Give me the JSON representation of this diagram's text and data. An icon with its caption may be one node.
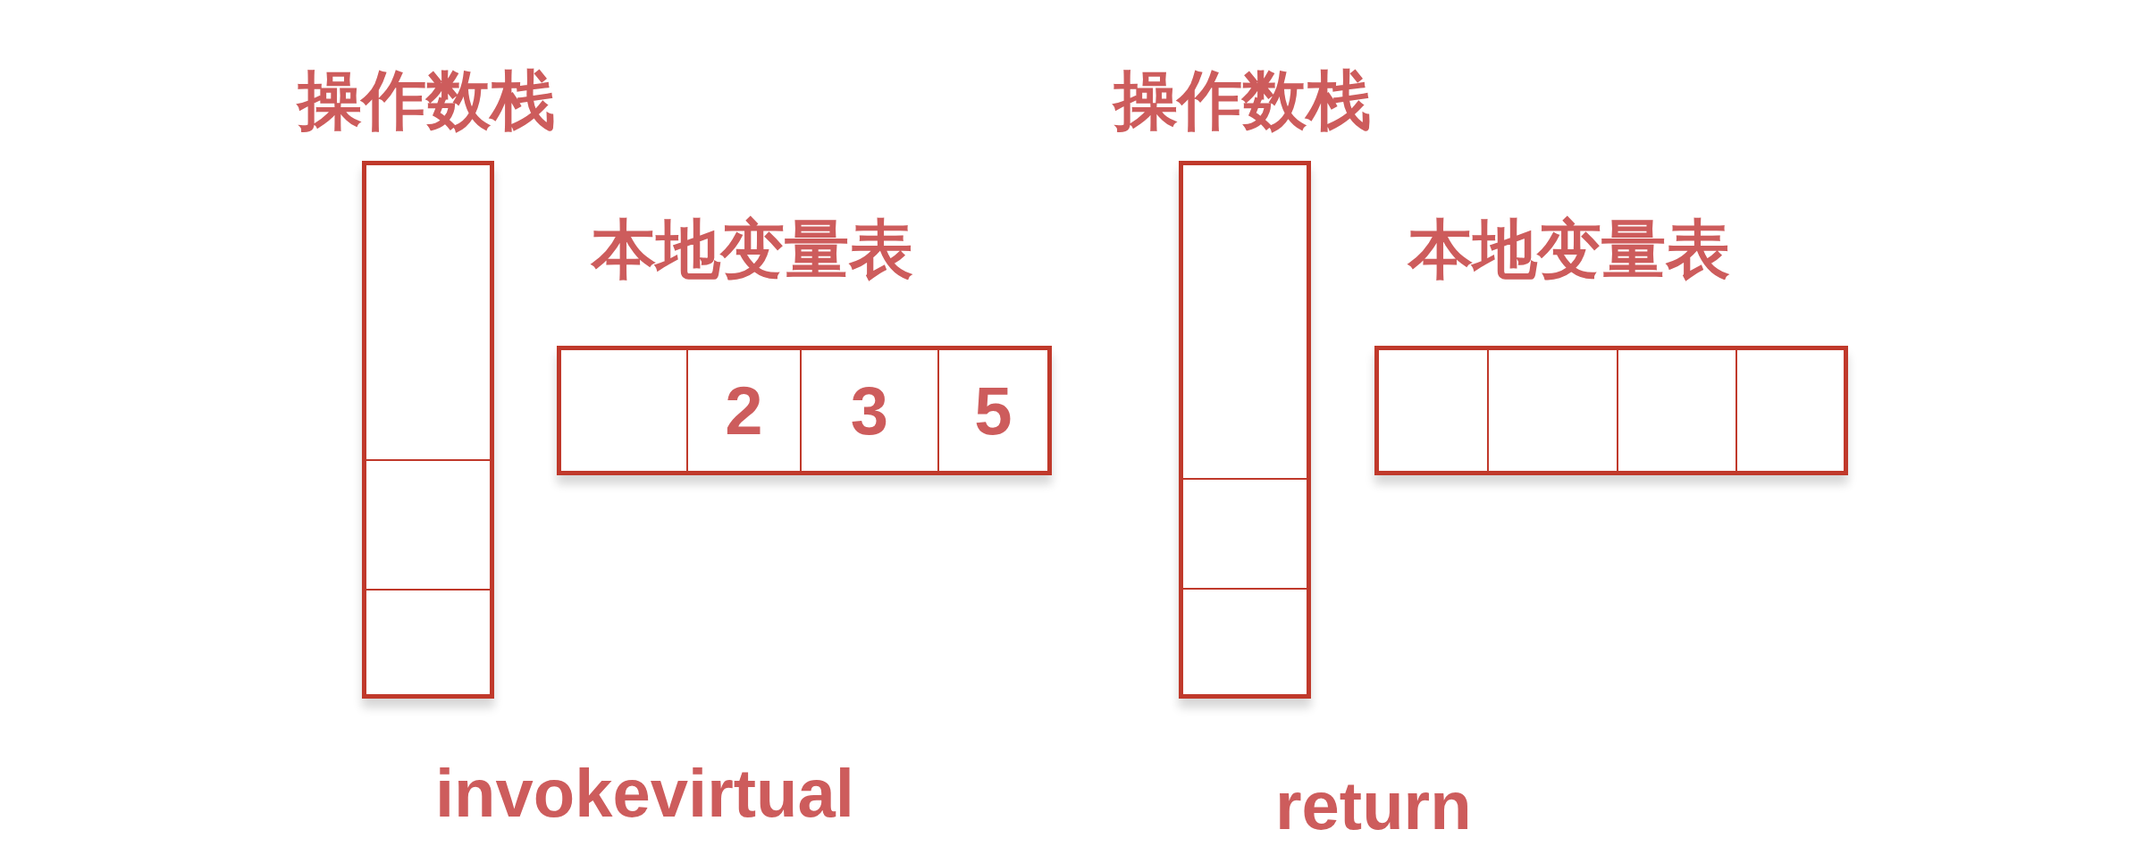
{
  "diagram": {
    "nodes": [
      {
        "text": [
          "操作数栈"
        ]
      },
      {
        "text": [],
        "shape": "box",
        "in": 0
      },
      {
        "text": [],
        "shape": "box",
        "in": 0
      },
      {
        "text": [],
        "shape": "box",
        "in": 0
      },
      {
        "text": [
          "本地变量表"
        ]
      },
      {
        "text": [],
        "shape": "box",
        "in": 4
      },
      {
        "text": [
          "2"
        ],
        "in": 4
      },
      {
        "text": [
          "3"
        ],
        "in": 4
      },
      {
        "text": [
          "5"
        ],
        "in": 4
      },
      {
        "text": [
          "操作数栈"
        ]
      },
      {
        "text": [],
        "shape": "box",
        "in": 9
      },
      {
        "text": [],
        "shape": "box",
        "in": 9
      },
      {
        "text": [],
        "shape": "box",
        "in": 9
      },
      {
        "text": [
          "本地变量表"
        ]
      },
      {
        "text": [],
        "shape": "box",
        "in": 13
      },
      {
        "text": [],
        "shape": "box",
        "in": 13
      },
      {
        "text": [],
        "shape": "box",
        "in": 13
      },
      {
        "text": [],
        "shape": "box",
        "in": 13
      }
    ],
    "labels": [
      "invokevirtual",
      "return"
    ]
  }
}
